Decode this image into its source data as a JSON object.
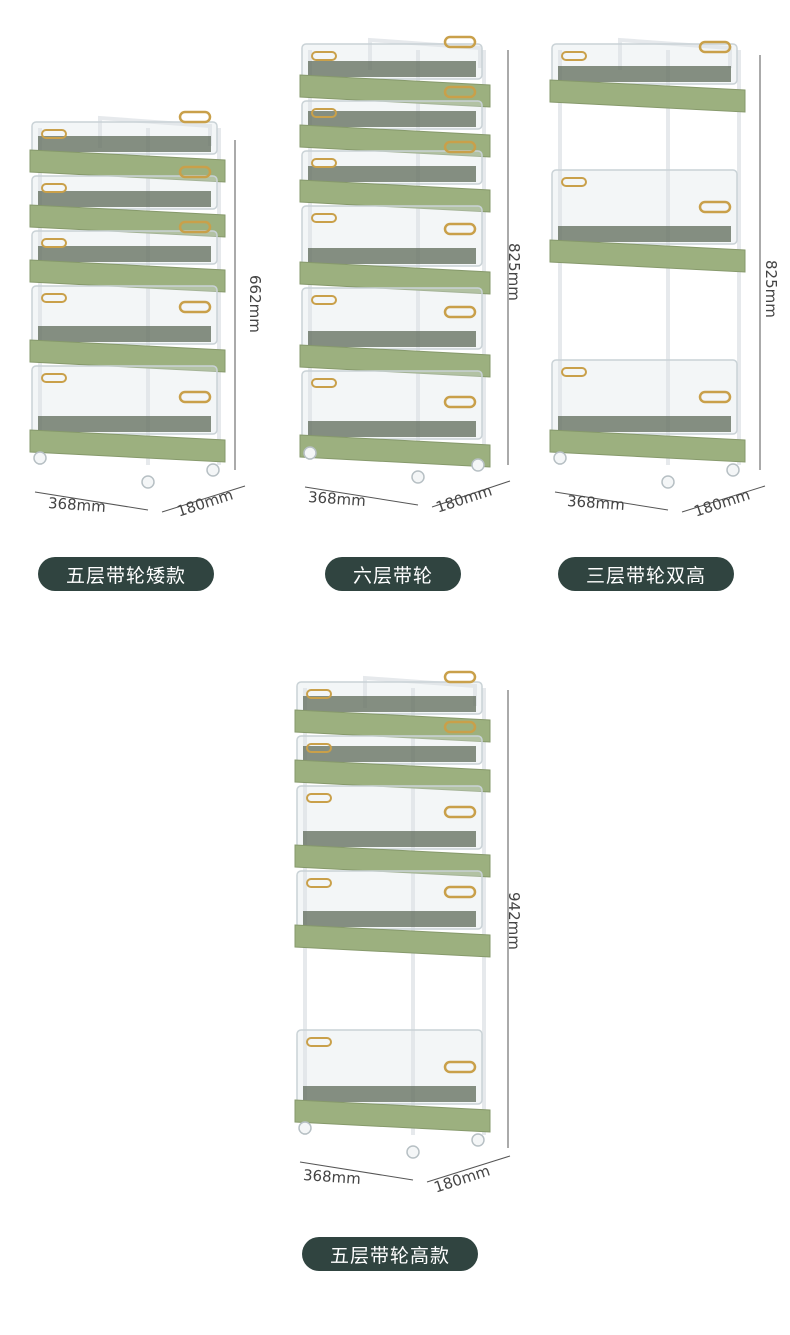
{
  "products": [
    {
      "label": "五层带轮矮款",
      "width": "368mm",
      "depth": "180mm",
      "height": "662mm",
      "tiers": 5
    },
    {
      "label": "六层带轮",
      "width": "368mm",
      "depth": "180mm",
      "height": "825mm",
      "tiers": 6
    },
    {
      "label": "三层带轮双高",
      "width": "368mm",
      "depth": "180mm",
      "height": "825mm",
      "tiers": 3
    },
    {
      "label": "五层带轮高款",
      "width": "368mm",
      "depth": "180mm",
      "height": "942mm",
      "tiers": 5
    }
  ],
  "colors": {
    "tray": "#9cb07f",
    "tray_dark": "#5f6b5a",
    "frame": "#e6e9ec",
    "handle": "#c9a04a",
    "pill": "#304440"
  }
}
